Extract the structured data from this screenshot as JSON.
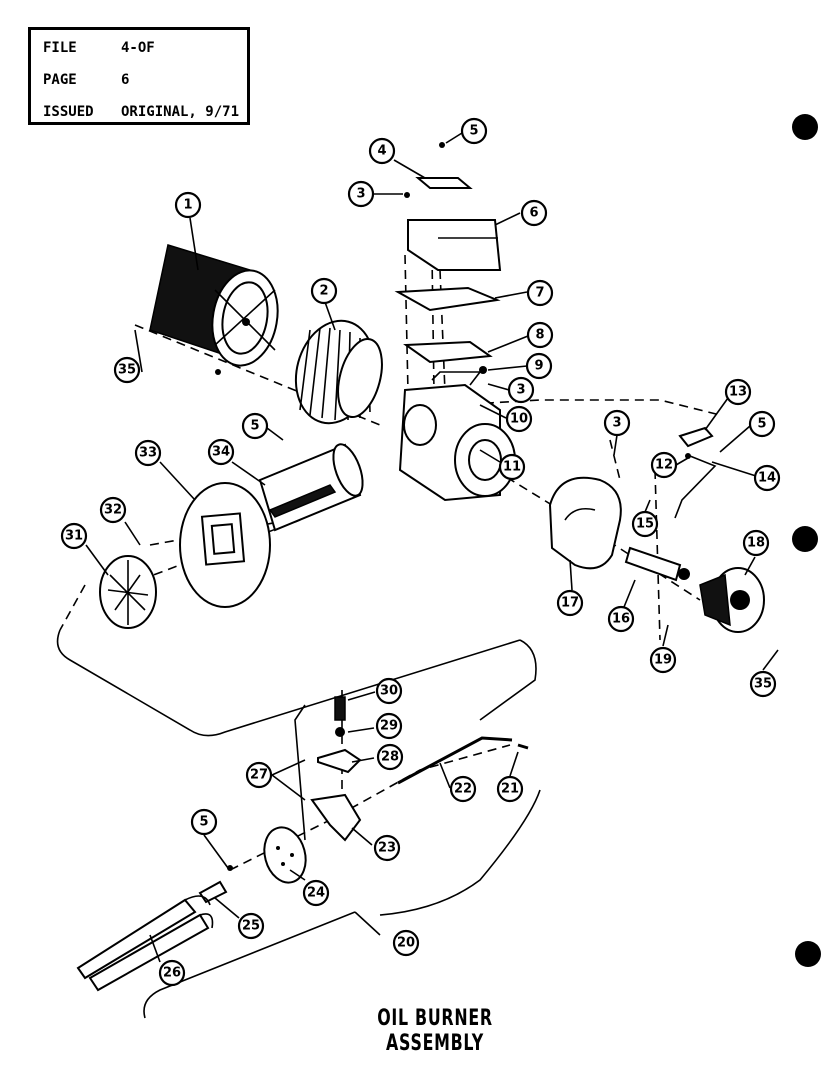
{
  "header": {
    "file_label": "FILE",
    "file_value": "4-OF",
    "page_label": "PAGE",
    "page_value": "6",
    "issued_label": "ISSUED",
    "issued_value": "ORIGINAL, 9/71"
  },
  "title": "OIL BURNER ASSEMBLY",
  "callouts": {
    "c1": "1",
    "c2": "2",
    "c3a": "3",
    "c3b": "3",
    "c3c": "3",
    "c4": "4",
    "c5a": "5",
    "c5b": "5",
    "c5c": "5",
    "c5d": "5",
    "c6": "6",
    "c7": "7",
    "c8": "8",
    "c9": "9",
    "c10": "10",
    "c11": "11",
    "c12": "12",
    "c13": "13",
    "c14": "14",
    "c15": "15",
    "c16": "16",
    "c17": "17",
    "c18": "18",
    "c19": "19",
    "c20": "20",
    "c21": "21",
    "c22": "22",
    "c23": "23",
    "c24": "24",
    "c25": "25",
    "c26": "26",
    "c27": "27",
    "c28": "28",
    "c29": "29",
    "c30": "30",
    "c31": "31",
    "c32": "32",
    "c33": "33",
    "c34": "34",
    "c35a": "35",
    "c35b": "35"
  },
  "colors": {
    "ink": "#000000",
    "paper": "#ffffff"
  }
}
